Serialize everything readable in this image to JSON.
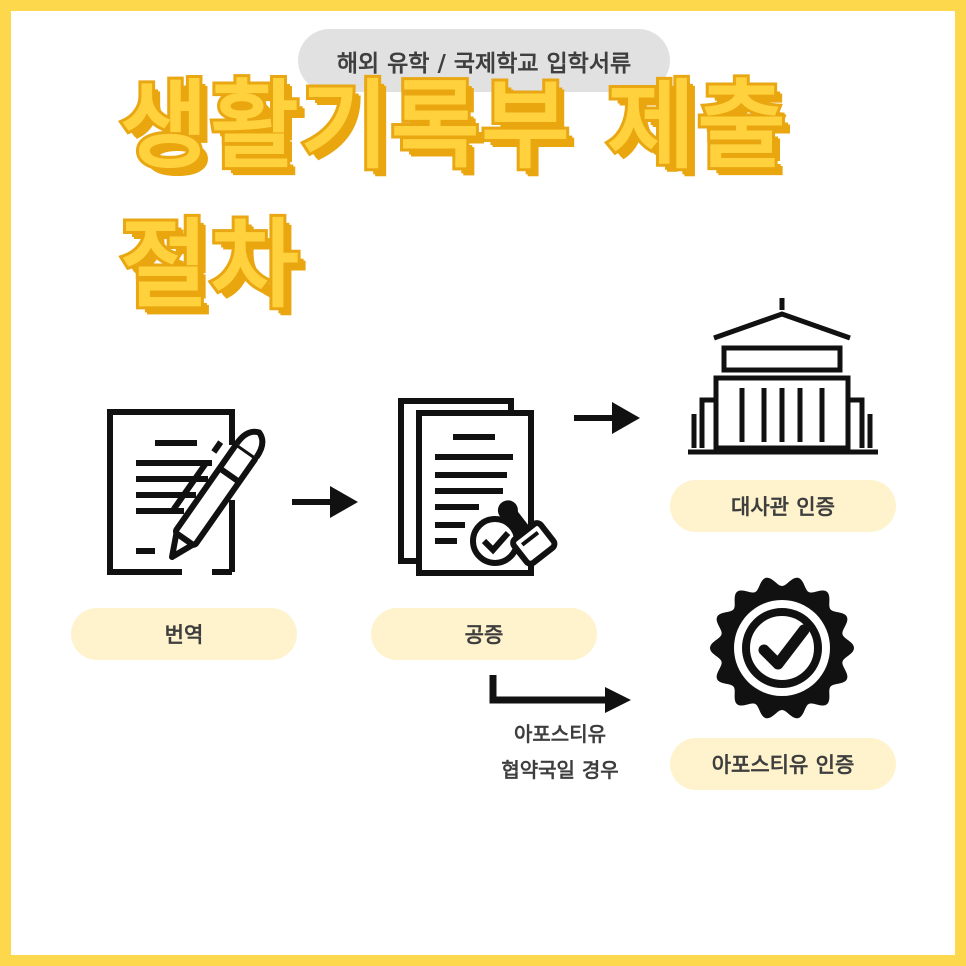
{
  "header": {
    "category": "해외 유학 / 국제학교 입학서류",
    "title": "생활기록부 제출절차"
  },
  "steps": {
    "translation": "번역",
    "notarization": "공증",
    "embassy": "대사관 인증",
    "apostille": "아포스티유 인증"
  },
  "branch_note": {
    "line1": "아포스티유",
    "line2": "협약국일 경우"
  },
  "icons": {
    "translation": "document-pen-icon",
    "notarization": "stamped-document-icon",
    "embassy": "government-building-icon",
    "apostille": "certified-badge-icon"
  },
  "colors": {
    "frame": "#FDD84C",
    "title_fill": "#FFD13D",
    "title_shadow": "#E9A60F",
    "pill": "#FEF3CC",
    "chip": "#E1E1E1"
  }
}
